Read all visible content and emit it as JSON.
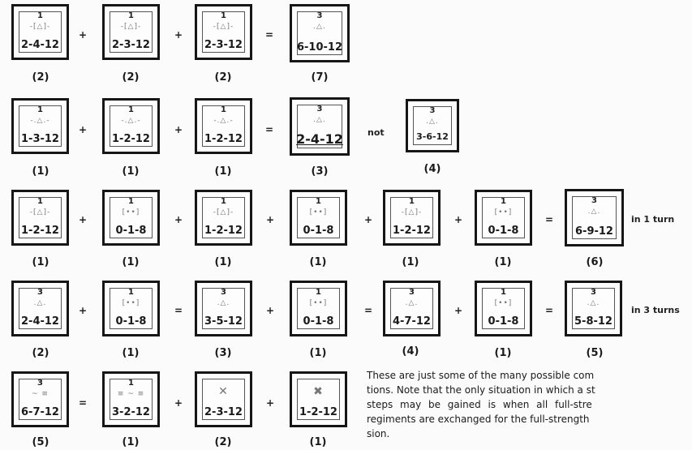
{
  "rows": [
    {
      "counters": [
        {
          "top": "1",
          "value": "2-4-12",
          "caption": "(2)"
        },
        {
          "top": "1",
          "value": "2-3-12",
          "caption": "(2)"
        },
        {
          "top": "1",
          "value": "2-3-12",
          "caption": "(2)"
        },
        {
          "top": "3",
          "value": "6-10-12",
          "caption": "(7)"
        }
      ],
      "ops": [
        "+",
        "+",
        "="
      ]
    },
    {
      "counters": [
        {
          "top": "1",
          "value": "1-3-12",
          "caption": "(1)"
        },
        {
          "top": "1",
          "value": "1-2-12",
          "caption": "(1)"
        },
        {
          "top": "1",
          "value": "1-2-12",
          "caption": "(1)"
        },
        {
          "top": "3",
          "value": "2-4-12",
          "caption": "(3)"
        },
        {
          "top": "3",
          "value": "3-6-12",
          "caption": "(4)"
        }
      ],
      "ops": [
        "+",
        "+",
        "="
      ],
      "note": "not"
    },
    {
      "counters": [
        {
          "top": "1",
          "value": "1-2-12",
          "caption": "(1)"
        },
        {
          "top": "1",
          "value": "0-1-8",
          "caption": "(1)"
        },
        {
          "top": "1",
          "value": "1-2-12",
          "caption": "(1)"
        },
        {
          "top": "1",
          "value": "0-1-8",
          "caption": "(1)"
        },
        {
          "top": "1",
          "value": "1-2-12",
          "caption": "(1)"
        },
        {
          "top": "1",
          "value": "0-1-8",
          "caption": "(1)"
        },
        {
          "top": "3",
          "value": "6-9-12",
          "caption": "(6)"
        }
      ],
      "ops": [
        "+",
        "+",
        "+",
        "+",
        "+",
        "="
      ],
      "note": "in 1 turn"
    },
    {
      "counters": [
        {
          "top": "3",
          "value": "2-4-12",
          "caption": "(2)"
        },
        {
          "top": "1",
          "value": "0-1-8",
          "caption": "(1)"
        },
        {
          "top": "3",
          "value": "3-5-12",
          "caption": "(3)"
        },
        {
          "top": "1",
          "value": "0-1-8",
          "caption": "(1)"
        },
        {
          "top": "3",
          "value": "4-7-12",
          "caption": "(4)"
        },
        {
          "top": "1",
          "value": "0-1-8",
          "caption": "(1)"
        },
        {
          "top": "3",
          "value": "5-8-12",
          "caption": "(5)"
        }
      ],
      "ops": [
        "+",
        "=",
        "+",
        "=",
        "+",
        "="
      ],
      "note": "in 3 turns"
    },
    {
      "counters": [
        {
          "top": "3",
          "value": "6-7-12",
          "caption": "(5)"
        },
        {
          "top": "1",
          "value": "3-2-12",
          "caption": "(1)"
        },
        {
          "top": "",
          "value": "2-3-12",
          "caption": "(2)"
        },
        {
          "top": "",
          "value": "1-2-12",
          "caption": "(1)"
        }
      ],
      "ops": [
        "=",
        "+",
        "+"
      ]
    }
  ],
  "paragraph": [
    "These are just some of the many possible com",
    "tions. Note that the only situation in which a st",
    "steps may be gained is when all full-stre",
    "regiments are exchanged for the full-strength",
    "sion."
  ],
  "icons": {
    "infantry": "crossed-box-symbol",
    "artillery": "dot-symbol",
    "cavalry": "slash-symbol"
  }
}
